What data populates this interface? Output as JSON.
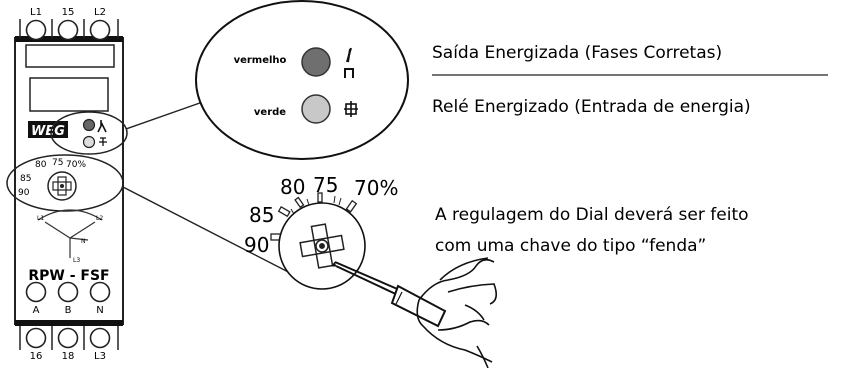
{
  "device": {
    "top_terminals": [
      "L1",
      "15",
      "L2"
    ],
    "bottom_terminals_upper": [
      "A",
      "B",
      "N"
    ],
    "bottom_terminals_lower": [
      "16",
      "18",
      "L3"
    ],
    "brand": "WEG",
    "model": "RPW - FSF",
    "dial_marks": [
      "80",
      "75",
      "70%",
      "85",
      "90"
    ],
    "diagram_labels": [
      "L1",
      "L2",
      "N",
      "L3"
    ]
  },
  "leds_callout": {
    "red_label": "vermelho",
    "green_label": "verde",
    "red_color": "#6f6f6f",
    "green_color": "#c8c8c8"
  },
  "dial_callout": {
    "marks": [
      "80",
      "75",
      "70%",
      "85",
      "90"
    ]
  },
  "annotations": {
    "output_energized": "Saída Energizada (Fases Corretas)",
    "relay_energized": "Relé Energizado (Entrada de energia)",
    "dial_instruction_line1": "A regulagem do Dial deverá ser feito",
    "dial_instruction_line2": "com uma chave do tipo “fenda”"
  }
}
